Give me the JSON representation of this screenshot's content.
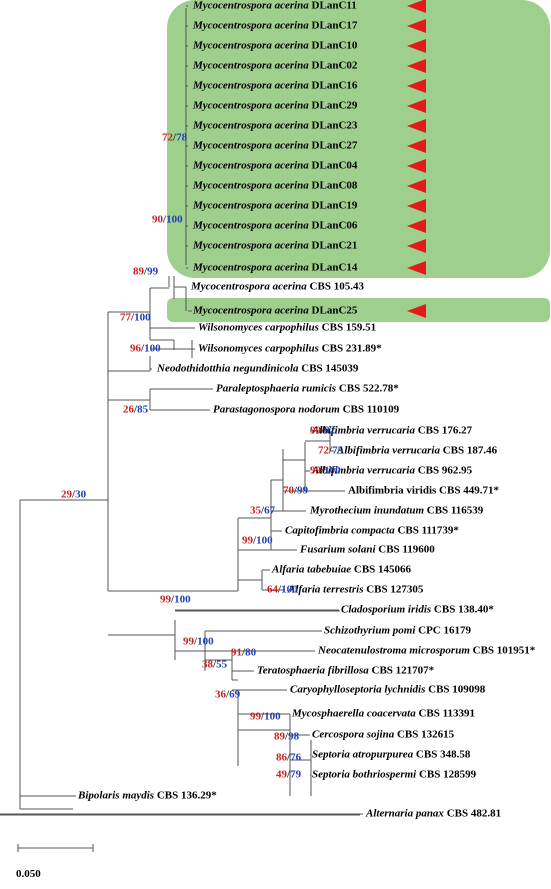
{
  "figure": {
    "highlight_color": "#9fcf8c",
    "marker_color": "#e3191c",
    "posterior_color": "#cc1f1f",
    "bootstrap_color": "#1f3fb5"
  },
  "tips": [
    {
      "genus": "Mycocentrospora acerina",
      "strain": "DLanC11",
      "marked": true
    },
    {
      "genus": "Mycocentrospora acerina",
      "strain": "DLanC17",
      "marked": true
    },
    {
      "genus": "Mycocentrospora acerina",
      "strain": "DLanC10",
      "marked": true
    },
    {
      "genus": "Mycocentrospora acerina",
      "strain": "DLanC02",
      "marked": true
    },
    {
      "genus": "Mycocentrospora acerina",
      "strain": "DLanC16",
      "marked": true
    },
    {
      "genus": "Mycocentrospora acerina",
      "strain": "DLanC29",
      "marked": true
    },
    {
      "genus": "Mycocentrospora acerina",
      "strain": "DLanC23",
      "marked": true
    },
    {
      "genus": "Mycocentrospora acerina",
      "strain": "DLanC27",
      "marked": true
    },
    {
      "genus": "Mycocentrospora acerina",
      "strain": "DLanC04",
      "marked": true
    },
    {
      "genus": "Mycocentrospora acerina",
      "strain": "DLanC08",
      "marked": true
    },
    {
      "genus": "Mycocentrospora acerina",
      "strain": "DLanC19",
      "marked": true
    },
    {
      "genus": "Mycocentrospora acerina",
      "strain": "DLanC06",
      "marked": true
    },
    {
      "genus": "Mycocentrospora acerina",
      "strain": "DLanC21",
      "marked": true
    },
    {
      "genus": "Mycocentrospora acerina",
      "strain": "DLanC14",
      "marked": true
    },
    {
      "genus": "Mycocentrospora acerina",
      "strain": "CBS 105.43",
      "marked": false
    },
    {
      "genus": "Mycocentrospora acerina",
      "strain": "DLanC25",
      "marked": true
    },
    {
      "genus": "Wilsonomyces carpophilus",
      "strain": "CBS 159.51",
      "marked": false
    },
    {
      "genus": "Wilsonomyces carpophilus",
      "strain": "CBS 231.89*",
      "marked": false
    },
    {
      "genus": "Neodothidotthia negundinicola",
      "strain": "CBS 145039",
      "marked": false
    },
    {
      "genus": "Paraleptosphaeria rumicis",
      "strain": "CBS 522.78*",
      "marked": false
    },
    {
      "genus": "Parastagonospora nodorum",
      "strain": "CBS 110109",
      "marked": false
    },
    {
      "genus": "Albifimbria verrucaria",
      "strain": "CBS 176.27",
      "marked": false
    },
    {
      "genus": "Albifimbria verrucaria",
      "strain": "CBS 187.46",
      "marked": false
    },
    {
      "genus": "Albifimbria verrucaria",
      "strain": "CBS 962.95",
      "marked": false
    },
    {
      "genus": "",
      "strain": "Albifimbria viridis CBS 449.71*",
      "marked": false
    },
    {
      "genus": "Myrothecium inundatum",
      "strain": "CBS 116539",
      "marked": false
    },
    {
      "genus": "Capitofimbria compacta",
      "strain": "CBS 111739*",
      "marked": false
    },
    {
      "genus": "Fusarium solani",
      "strain": "CBS 119600",
      "marked": false
    },
    {
      "genus": "Alfaria tabebuiae",
      "strain": "CBS 145066",
      "marked": false
    },
    {
      "genus": "Alfaria terrestris",
      "strain": "CBS 127305",
      "marked": false
    },
    {
      "genus": "Cladosporium iridis",
      "strain": "CBS 138.40*",
      "marked": false
    },
    {
      "genus": "Schizothyrium pomi",
      "strain": "CPC 16179",
      "marked": false
    },
    {
      "genus": "Neocatenulostroma microsporum",
      "strain": "CBS 101951*",
      "marked": false
    },
    {
      "genus": "Teratosphaeria fibrillosa",
      "strain": "CBS 121707*",
      "marked": false
    },
    {
      "genus": "Caryophylloseptoria lychnidis",
      "strain": "CBS 109098",
      "marked": false
    },
    {
      "genus": "Mycosphaerella coacervata",
      "strain": "CBS 113391",
      "marked": false
    },
    {
      "genus": "Cercospora sojina",
      "strain": "CBS 132615",
      "marked": false
    },
    {
      "genus": "Septoria atropurpurea",
      "strain": "CBS 348.58",
      "marked": false
    },
    {
      "genus": "Septoria bothriospermi",
      "strain": "CBS 128599",
      "marked": false
    },
    {
      "genus": "Bipolaris maydis",
      "strain": "CBS 136.29*",
      "marked": false
    },
    {
      "genus": "Alternaria panax",
      "strain": "CBS 482.81",
      "marked": false
    }
  ],
  "supports": [
    {
      "pp": "72",
      "bs": "78"
    },
    {
      "pp": "90",
      "bs": "100"
    },
    {
      "pp": "89",
      "bs": "99"
    },
    {
      "pp": "77",
      "bs": "100"
    },
    {
      "pp": "96",
      "bs": "100"
    },
    {
      "pp": "26",
      "bs": "85"
    },
    {
      "pp": "29",
      "bs": "30"
    },
    {
      "pp": "90",
      "bs": "92"
    },
    {
      "pp": "72",
      "bs": "75"
    },
    {
      "pp": "99",
      "bs": "100"
    },
    {
      "pp": "70",
      "bs": "99"
    },
    {
      "pp": "35",
      "bs": "67"
    },
    {
      "pp": "99",
      "bs": "100"
    },
    {
      "pp": "64",
      "bs": "100"
    },
    {
      "pp": "99",
      "bs": "100"
    },
    {
      "pp": "99",
      "bs": "100"
    },
    {
      "pp": "91",
      "bs": "80"
    },
    {
      "pp": "38",
      "bs": "55"
    },
    {
      "pp": "36",
      "bs": "69"
    },
    {
      "pp": "99",
      "bs": "100"
    },
    {
      "pp": "89",
      "bs": "98"
    },
    {
      "pp": "86",
      "bs": "76"
    },
    {
      "pp": "49",
      "bs": "79"
    }
  ],
  "scale_bar": {
    "label": "0.050"
  }
}
